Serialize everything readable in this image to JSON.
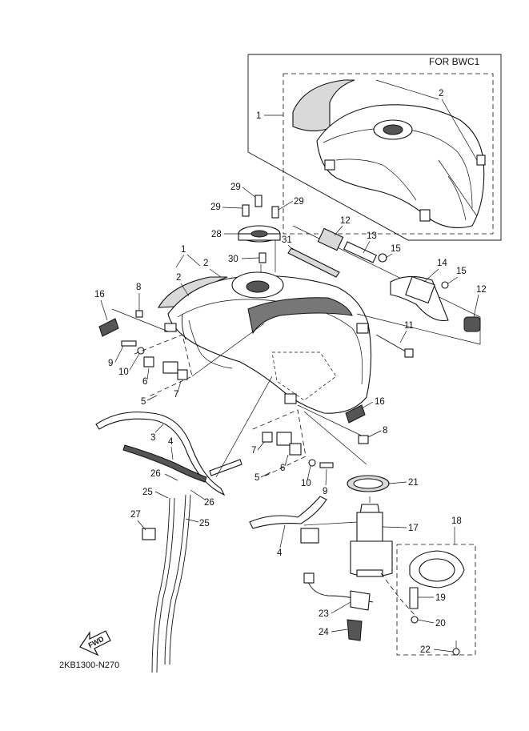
{
  "diagram": {
    "inset_title": "FOR BWC1",
    "drawing_code": "2KB1300-N270",
    "fwd_label": "FWD",
    "callouts": {
      "c_inset_1": "1",
      "c_inset_2": "2",
      "c29a": "29",
      "c29b": "29",
      "c29c": "29",
      "c28": "28",
      "c30": "30",
      "c31": "31",
      "c1": "1",
      "c2a": "2",
      "c2b": "2",
      "c12a": "12",
      "c13": "13",
      "c15a": "15",
      "c14": "14",
      "c15b": "15",
      "c12b": "12",
      "c11": "11",
      "c16a": "16",
      "c8a": "8",
      "c9a": "9",
      "c10a": "10",
      "c6a": "6",
      "c7a": "7",
      "c5a": "5",
      "c16b": "16",
      "c8b": "8",
      "c7b": "7",
      "c6b": "6",
      "c5b": "5",
      "c10b": "10",
      "c9b": "9",
      "c3": "3",
      "c4a": "4",
      "c26a": "26",
      "c26b": "26",
      "c25a": "25",
      "c25b": "25",
      "c27": "27",
      "c21": "21",
      "c17": "17",
      "c4b": "4",
      "c18": "18",
      "c19": "19",
      "c23": "23",
      "c20": "20",
      "c24": "24",
      "c22": "22"
    }
  }
}
